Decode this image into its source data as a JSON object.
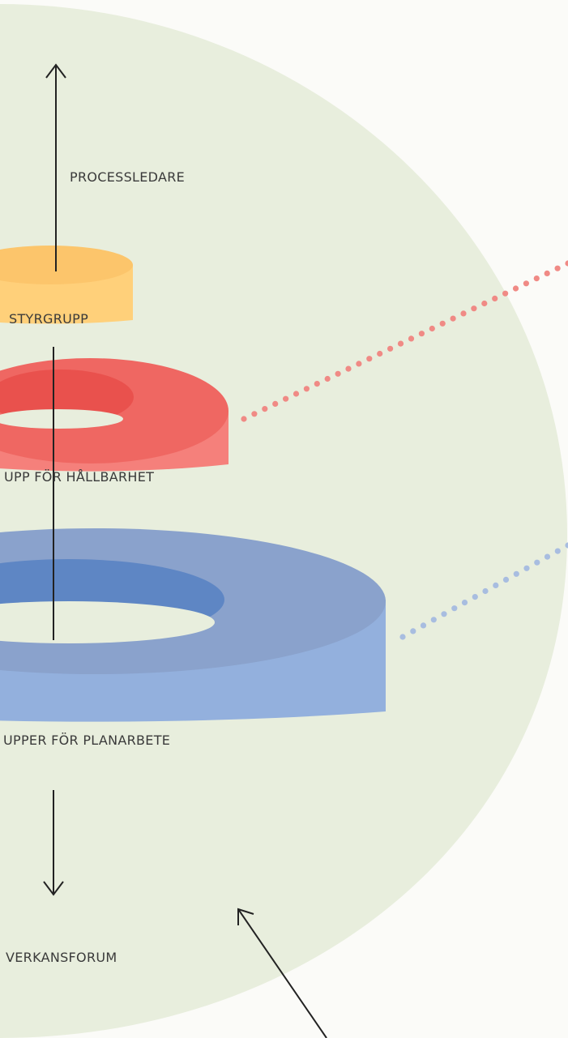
{
  "diagram": {
    "labels": {
      "processledare": "PROCESSLEDARE",
      "styrgrupp": "STYRGRUPP",
      "hallbarhet": "UPP FÖR HÅLLBARHET",
      "planarbete": "UPPER FÖR PLANARBETE",
      "verkansforum": "VERKANSFORUM"
    },
    "colors": {
      "background": "#fbfbf8",
      "circle": "#e8eedd",
      "styrgrupp": "#ffd17a",
      "hallbarhet": "#f56d68",
      "planarbete": "#93b0dd",
      "dots_red": "#f08a85",
      "dots_blue": "#a8bde0",
      "arrow": "#222222"
    },
    "icons": {
      "top_arrow": "arrow-up-icon",
      "bottom_arrow": "arrow-down-icon",
      "pointer_arrow": "arrow-up-left-icon"
    }
  }
}
